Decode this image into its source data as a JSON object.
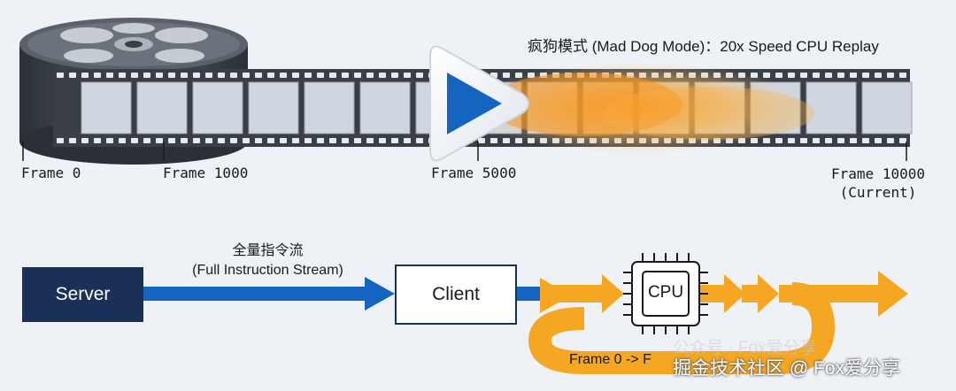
{
  "title": "疯狗模式 (Mad Dog Mode)：20x Speed CPU Replay",
  "timeline": {
    "markers": [
      {
        "line1": "Frame 0",
        "line2": ""
      },
      {
        "line1": "Frame 1000",
        "line2": ""
      },
      {
        "line1": "Frame 5000",
        "line2": ""
      },
      {
        "line1": "Frame 10000",
        "line2": "(Current)"
      }
    ]
  },
  "flow": {
    "server_label": "Server",
    "stream_label_zh": "全量指令流",
    "stream_label_en": "(Full Instruction Stream)",
    "client_label": "Client",
    "cpu_label": "CPU",
    "loop_label": "Frame 0 -> F"
  },
  "watermark": {
    "faint": "公众号 · Fox爱分享",
    "main": "掘金技术社区 @ Fox爱分享"
  },
  "colors": {
    "navy": "#1b3057",
    "blue": "#1565c0",
    "orange": "#f5a623",
    "film": "#3a3f47"
  }
}
